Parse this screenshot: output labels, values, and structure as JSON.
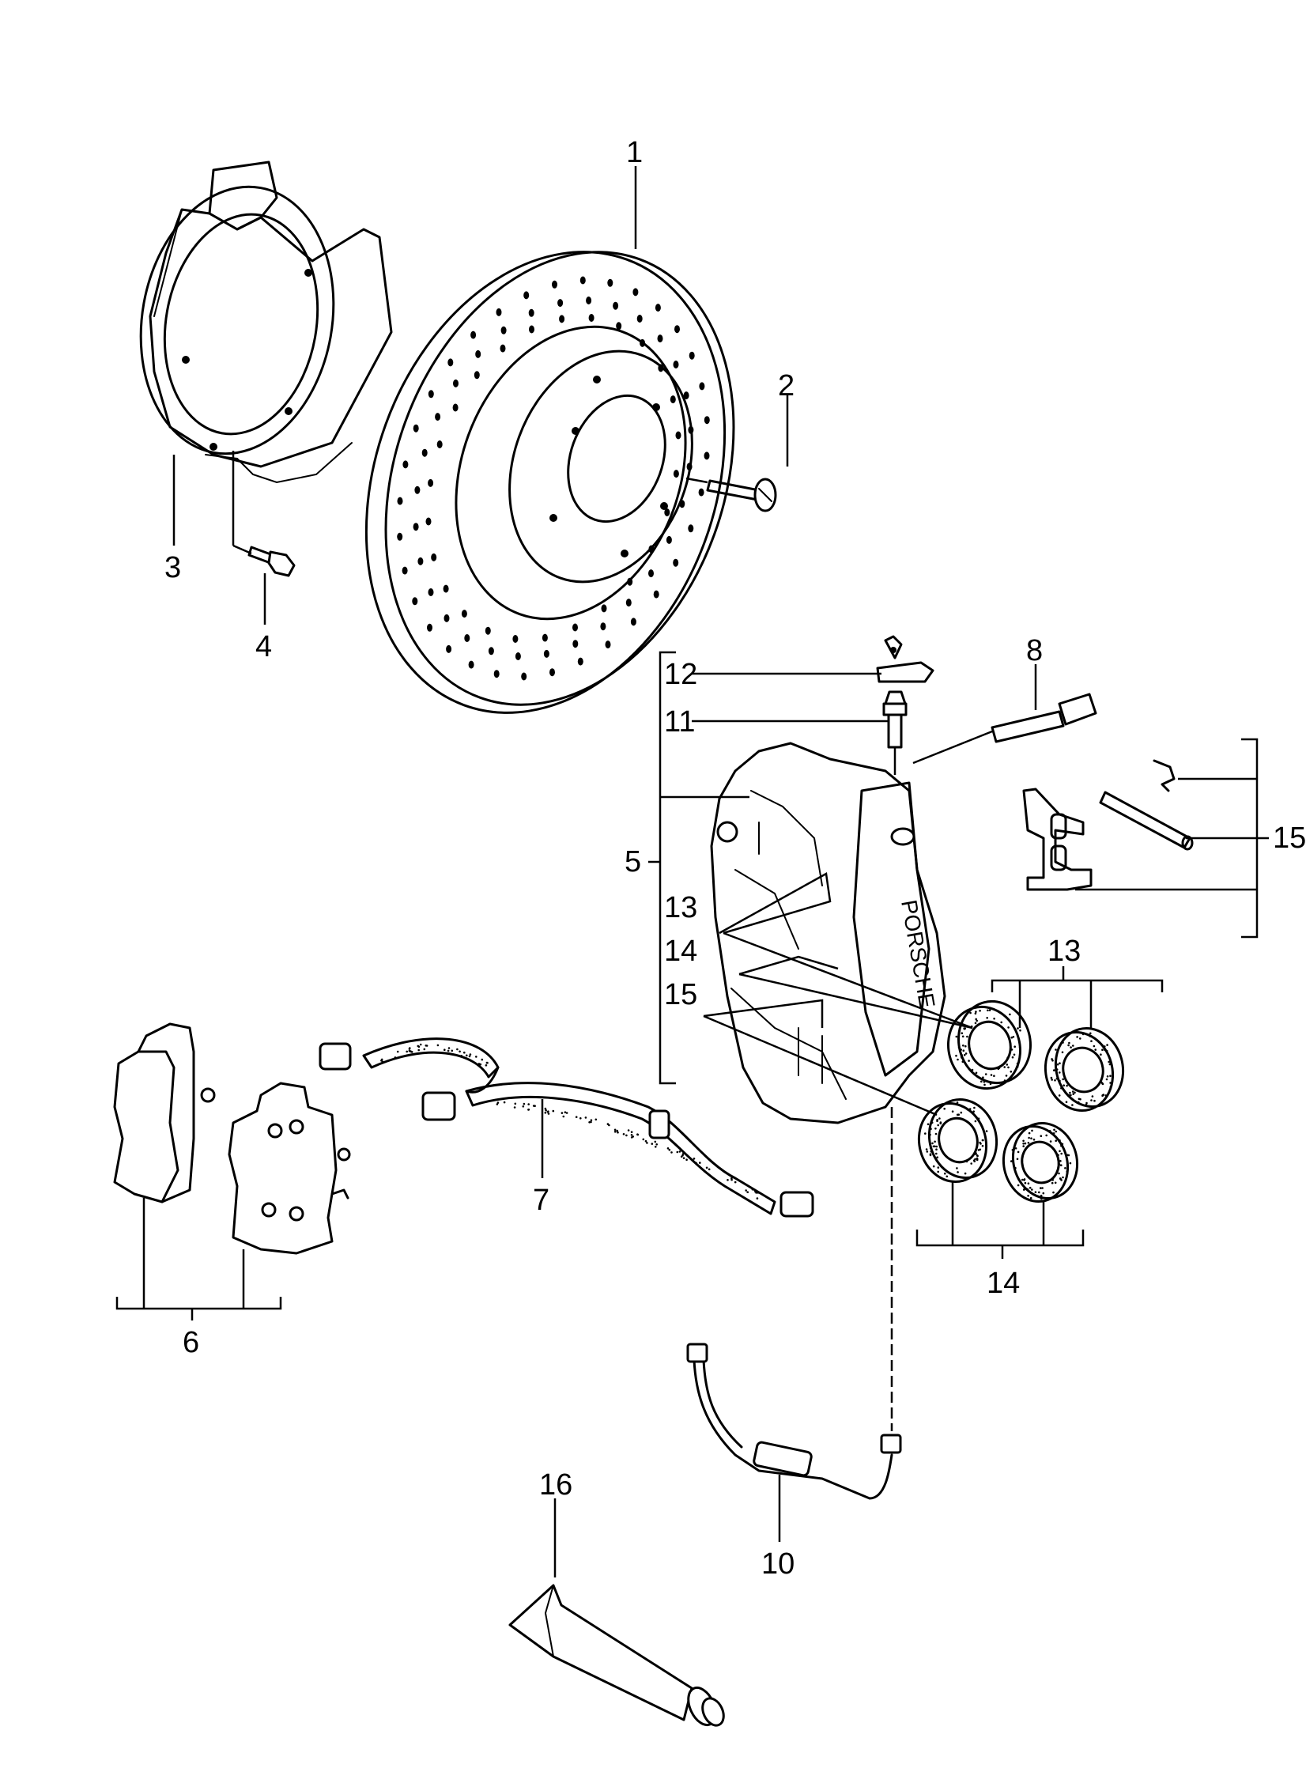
{
  "callouts": {
    "c1": "1",
    "c2": "2",
    "c3": "3",
    "c4": "4",
    "c5": "5",
    "c6": "6",
    "c7": "7",
    "c8": "8",
    "c10": "10",
    "c11": "11",
    "c12": "12",
    "c13a": "13",
    "c14a": "14",
    "c15a": "15",
    "c13b": "13",
    "c14b": "14",
    "c15b": "15",
    "c16": "16"
  },
  "caliper_lettering": "PORSCHE"
}
